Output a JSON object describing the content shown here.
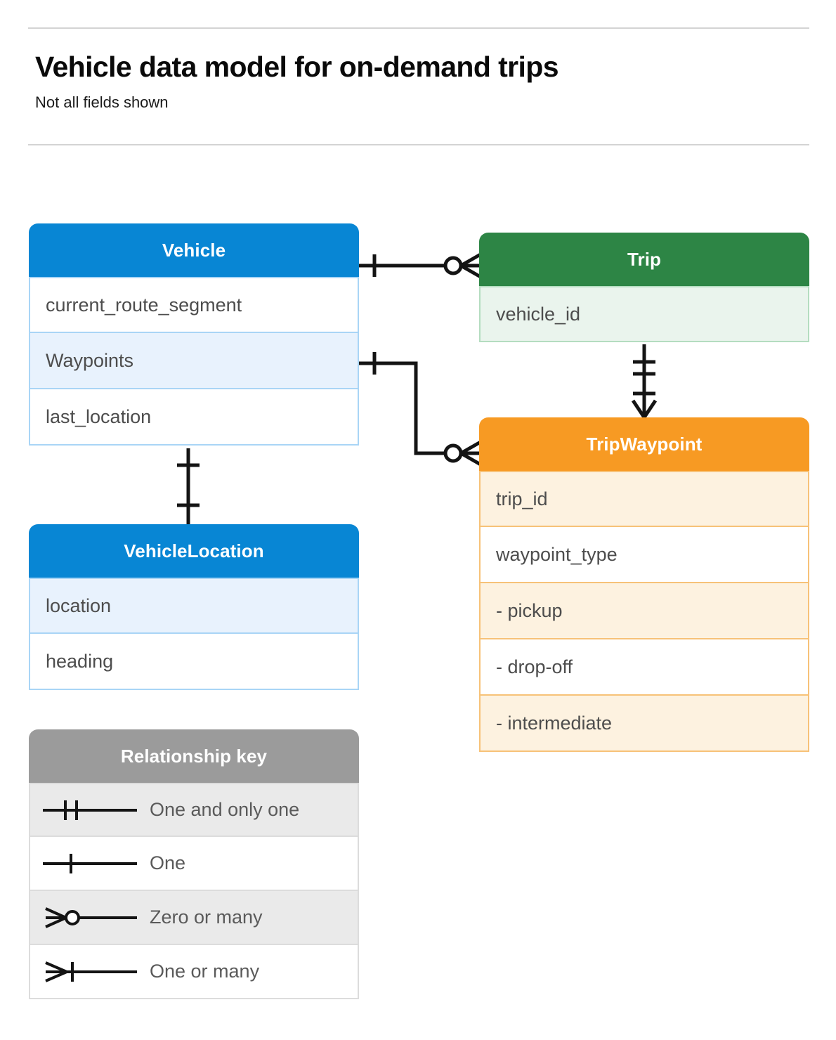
{
  "header": {
    "title": "Vehicle data model for on-demand trips",
    "subtitle": "Not all fields shown"
  },
  "colors": {
    "vehicle_blue": "#0886d4",
    "vehicle_row_alt": "#e8f2fd",
    "trip_green": "#2d8545",
    "trip_row_alt": "#eaf4ed",
    "tripwaypoint_orange": "#f79a23",
    "tripwaypoint_row_alt": "#fdf2e0",
    "legend_gray": "#9b9b9b",
    "legend_row_alt": "#eaeaea",
    "connector_line": "#141414",
    "field_text": "#4d4d4d"
  },
  "entities": {
    "vehicle": {
      "name": "Vehicle",
      "fields": [
        {
          "label": "current_route_segment"
        },
        {
          "label": "Waypoints"
        },
        {
          "label": "last_location"
        }
      ]
    },
    "trip": {
      "name": "Trip",
      "fields": [
        {
          "label": "vehicle_id"
        }
      ]
    },
    "tripwaypoint": {
      "name": "TripWaypoint",
      "fields": [
        {
          "label": "trip_id"
        },
        {
          "label": "waypoint_type"
        },
        {
          "label": "-  pickup"
        },
        {
          "label": "-  drop-off"
        },
        {
          "label": "-  intermediate"
        }
      ]
    },
    "vehiclelocation": {
      "name": "VehicleLocation",
      "fields": [
        {
          "label": "location"
        },
        {
          "label": "heading"
        }
      ]
    }
  },
  "legend": {
    "title": "Relationship key",
    "rows": [
      {
        "symbol": "one-and-only-one",
        "label": "One and only one"
      },
      {
        "symbol": "one",
        "label": "One"
      },
      {
        "symbol": "zero-or-many",
        "label": "Zero or many"
      },
      {
        "symbol": "one-or-many",
        "label": "One or many"
      }
    ]
  },
  "relationships": [
    {
      "id": "vehicle-to-trip",
      "from": "Vehicle",
      "to": "Trip",
      "from_cardinality": "One",
      "to_cardinality": "Zero or many"
    },
    {
      "id": "vehicle-waypoints-to-tripwaypoint",
      "from": "Vehicle.Waypoints",
      "to": "TripWaypoint",
      "from_cardinality": "One",
      "to_cardinality": "Zero or many"
    },
    {
      "id": "trip-to-tripwaypoint",
      "from": "Trip",
      "to": "TripWaypoint",
      "from_cardinality": "One and only one",
      "to_cardinality": "One or many"
    },
    {
      "id": "vehicle-to-vehiclelocation",
      "from": "Vehicle",
      "to": "VehicleLocation",
      "from_cardinality": "One",
      "to_cardinality": "One"
    }
  ]
}
